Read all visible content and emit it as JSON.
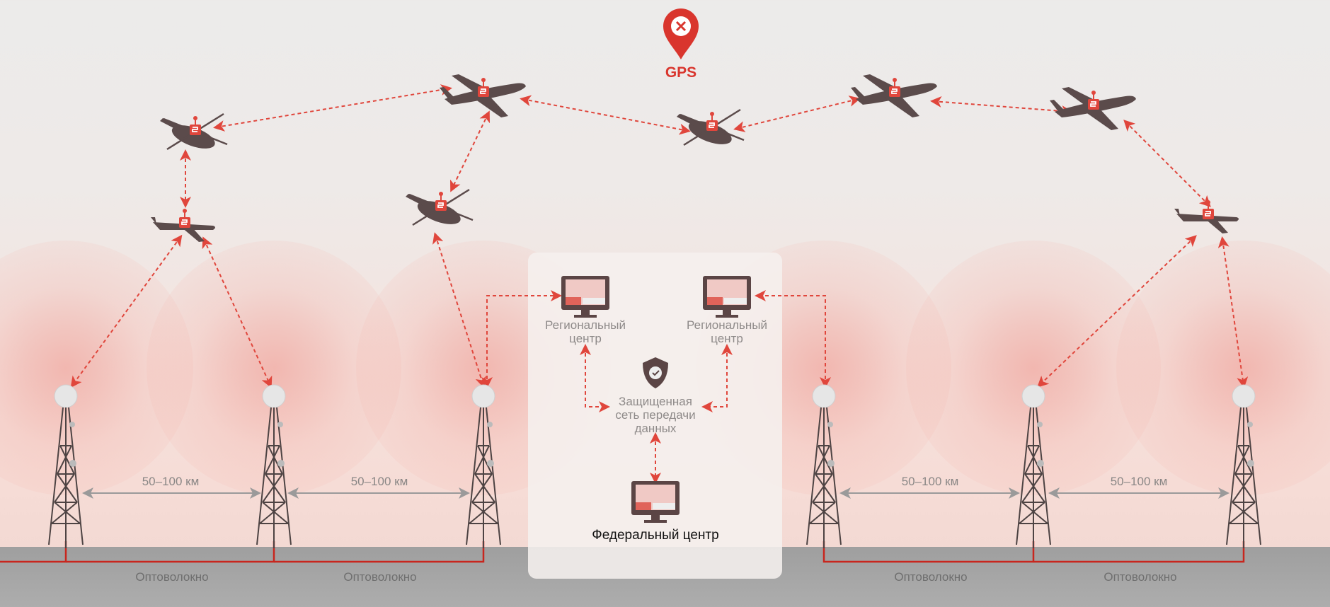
{
  "gps": {
    "label": "GPS",
    "icon": "map-pin-x-icon"
  },
  "regional_centers": [
    {
      "line1": "Региональный",
      "line2": "центр"
    },
    {
      "line1": "Региональный",
      "line2": "центр"
    }
  ],
  "protected_network": {
    "line1": "Защищенная",
    "line2": "сеть передачи",
    "line3": "данных"
  },
  "federal_center": {
    "label": "Федеральный центр"
  },
  "distances": [
    "50–100 км",
    "50–100 км",
    "50–100 км",
    "50–100 км"
  ],
  "fiber_labels": [
    "Оптоволокно",
    "Оптоволокно",
    "Оптоволокно",
    "Оптоволокно"
  ],
  "colors": {
    "accent": "#e0463c",
    "aircraft": "#5b4b4b",
    "fiber": "#c8261e",
    "text": "#8e8a89"
  }
}
